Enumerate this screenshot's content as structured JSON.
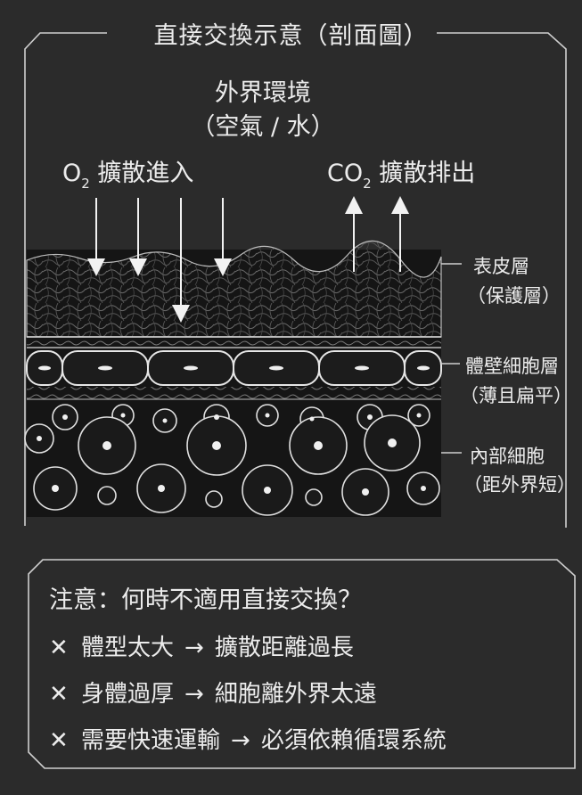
{
  "title": "直接交換示意（剖面圖）",
  "environment": {
    "line1": "外界環境",
    "line2": "（空氣 / 水）"
  },
  "o2": {
    "prefix": "O",
    "sub": "2",
    "text": " 擴散進入"
  },
  "co2": {
    "prefix": "CO",
    "sub": "2",
    "text": " 擴散排出"
  },
  "layers": [
    {
      "name": "表皮層",
      "note": "（保護層）"
    },
    {
      "name": "體壁細胞層",
      "note": "（薄且扁平）"
    },
    {
      "name": "內部細胞",
      "note": "（距外界短）"
    }
  ],
  "notes": {
    "title": "注意：何時不適用直接交換？",
    "mark": "✕",
    "arrow": "→",
    "items": [
      {
        "cause": "體型太大",
        "effect": "擴散距離過長"
      },
      {
        "cause": "身體過厚",
        "effect": "細胞離外界太遠"
      },
      {
        "cause": "需要快速運輸",
        "effect": "必須依賴循環系統"
      }
    ]
  },
  "colors": {
    "background": "#2b2b2b",
    "line": "#d9d9d9",
    "tissue": "#151515"
  }
}
